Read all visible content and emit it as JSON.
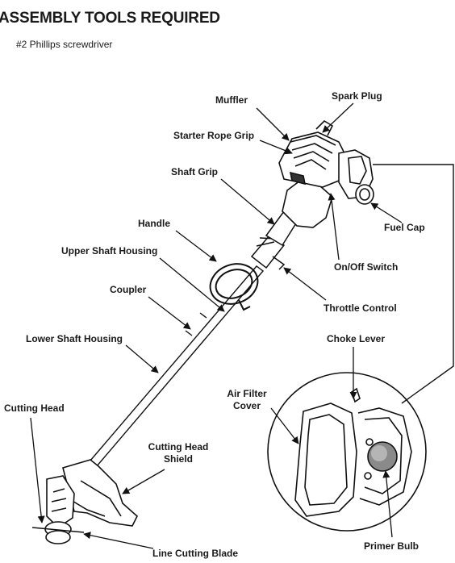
{
  "heading": "ASSEMBLY TOOLS REQUIRED",
  "tool": "#2 Phillips screwdriver",
  "labels": {
    "muffler": "Muffler",
    "spark_plug": "Spark Plug",
    "starter_rope_grip": "Starter Rope Grip",
    "shaft_grip": "Shaft Grip",
    "handle": "Handle",
    "fuel_cap": "Fuel Cap",
    "upper_shaft_housing": "Upper Shaft Housing",
    "on_off_switch": "On/Off Switch",
    "coupler": "Coupler",
    "throttle_control": "Throttle Control",
    "lower_shaft_housing": "Lower Shaft Housing",
    "choke_lever": "Choke Lever",
    "air_filter_cover_line1": "Air Filter",
    "air_filter_cover_line2": "Cover",
    "cutting_head": "Cutting Head",
    "cutting_head_shield_line1": "Cutting Head",
    "cutting_head_shield_line2": "Shield",
    "primer_bulb": "Primer Bulb",
    "line_cutting_blade": "Line Cutting Blade"
  }
}
